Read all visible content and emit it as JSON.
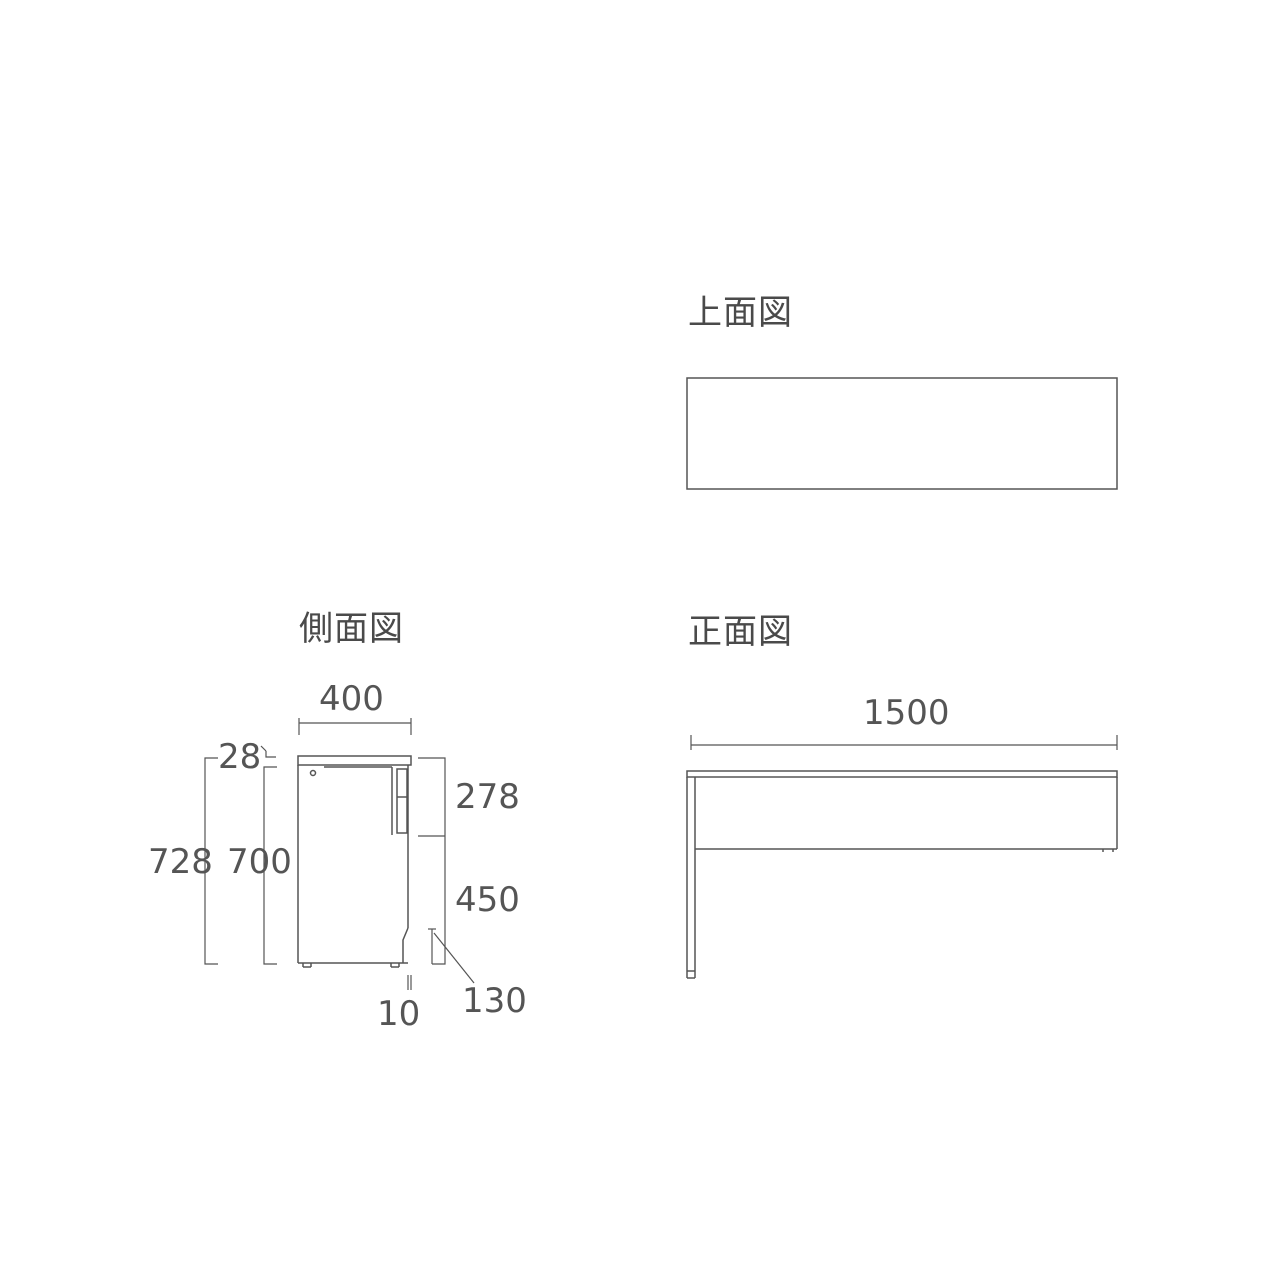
{
  "views": {
    "top": {
      "title": "上面図"
    },
    "side": {
      "title": "側面図"
    },
    "front": {
      "title": "正面図"
    }
  },
  "dimensions": {
    "side_width": "400",
    "top_thickness": "28",
    "total_height": "728",
    "body_height": "700",
    "upper_height": "278",
    "lower_height": "450",
    "foot_height": "130",
    "foot_gap": "10",
    "front_width": "1500"
  }
}
